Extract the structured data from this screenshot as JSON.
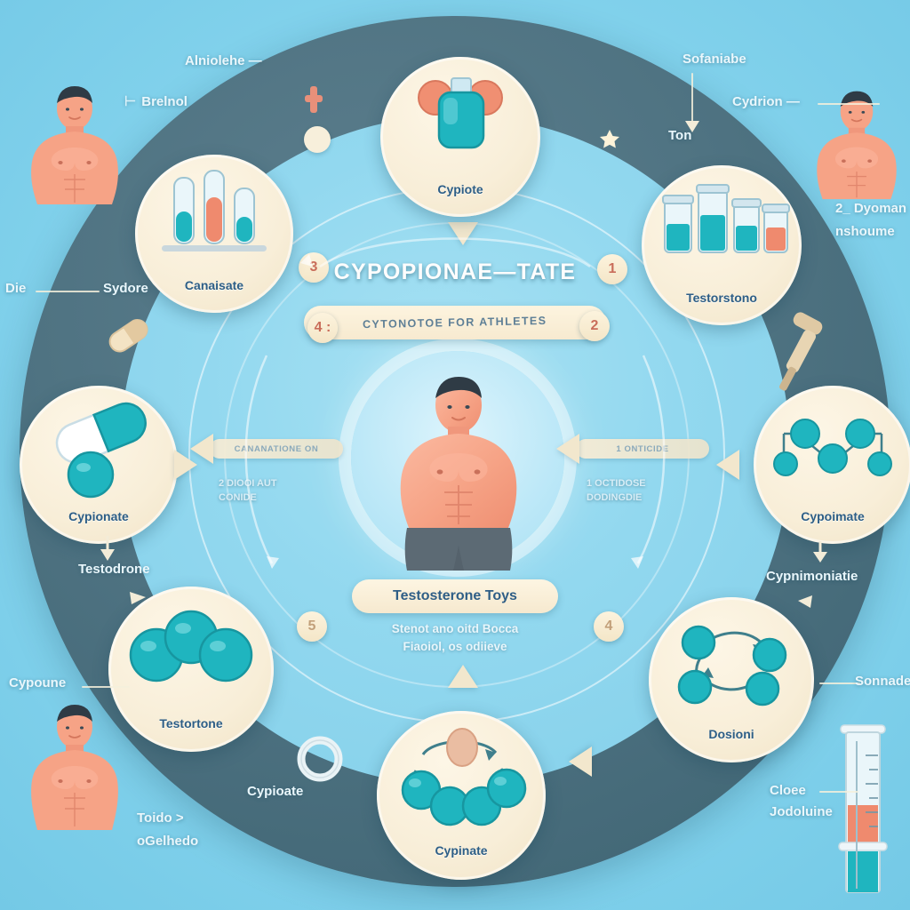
{
  "meta": {
    "kind": "illustrated-infographic",
    "subject": "Testosterone Cypionate cycle for athletes",
    "palette": {
      "background_light": "#8ed8ef",
      "ring_dark": "#4f7382",
      "ring_inner": "#92d8ef",
      "node_cream": "#f8eed8",
      "accent_teal": "#1fb5bf",
      "accent_coral": "#e8836b",
      "text_blue": "#2d5e86",
      "text_white": "#eaf7fc"
    }
  },
  "hub": {
    "title": "CYPOPIONAE—TATE",
    "banner": "CYTONOTOE FOR ATHLETES",
    "center_label": "Testosterone Toys",
    "center_sub_line1": "Stenot ano oitd Bocca",
    "center_sub_line2": "Fiaoiol, os odiieve"
  },
  "steps": [
    {
      "id": "s1",
      "number": "1"
    },
    {
      "id": "s2",
      "number": "2"
    },
    {
      "id": "s3",
      "number": "3"
    },
    {
      "id": "s4",
      "number": "4 :"
    },
    {
      "id": "s5",
      "number": "5"
    },
    {
      "id": "s6",
      "number": "4"
    }
  ],
  "nodes": [
    {
      "id": "top",
      "label": "Cypiote",
      "art": "bottle-flask"
    },
    {
      "id": "top-left",
      "label": "Canaisate",
      "art": "test-tubes"
    },
    {
      "id": "top-right",
      "label": "Testorstono",
      "art": "vial-row"
    },
    {
      "id": "left",
      "label": "Cypionate",
      "art": "capsule-pills"
    },
    {
      "id": "right",
      "label": "Cypoimate",
      "art": "molecule-chain"
    },
    {
      "id": "bottom-left",
      "label": "Testortone",
      "art": "molecule-trio"
    },
    {
      "id": "bottom-right",
      "label": "Dosioni",
      "art": "cycle-arrows"
    },
    {
      "id": "bottom",
      "label": "Cypinate",
      "art": "molecule-ring"
    }
  ],
  "flows": [
    {
      "id": "flow-left",
      "text": "CANANATIONE ON"
    },
    {
      "id": "flow-right",
      "text": "1 ONTICIDE"
    }
  ],
  "flow_captions": {
    "left_line1": "2 DIOOI AUT",
    "left_line2": "CONIDE",
    "right_line1": "1 OCTIDOSE",
    "right_line2": "DODINGDIE"
  },
  "annotations": [
    {
      "id": "anno-top-left-upper",
      "text": "Alniolehe —"
    },
    {
      "id": "anno-top-left",
      "text": "Brelnol"
    },
    {
      "id": "anno-top-right",
      "text": "Sofaniabe"
    },
    {
      "id": "anno-top-right-down",
      "text": "Ton"
    },
    {
      "id": "anno-top-right-2",
      "text": "Cydrion —"
    },
    {
      "id": "anno-right-upper",
      "text": "2_ Dyoman"
    },
    {
      "id": "anno-right-upper-2",
      "text": "nshoume"
    },
    {
      "id": "anno-left-die",
      "text": "Die"
    },
    {
      "id": "anno-left-sydore",
      "text": "Sydore"
    },
    {
      "id": "anno-left-lower",
      "text": "Testodrone"
    },
    {
      "id": "anno-left-bottom",
      "text": "Cypoune"
    },
    {
      "id": "anno-right-lower",
      "text": "Cypnimoniatie"
    },
    {
      "id": "anno-right-bottom",
      "text": "Sonnade"
    },
    {
      "id": "anno-right-bottom-2",
      "text": "Cloee"
    },
    {
      "id": "anno-right-bottom-3",
      "text": "Jodoluine"
    },
    {
      "id": "anno-bottom-left",
      "text": "Cypioate"
    },
    {
      "id": "anno-bottom-left-2",
      "text": "Toido  >"
    },
    {
      "id": "anno-bottom-left-3",
      "text": "oGelhedo"
    }
  ],
  "figures": [
    {
      "id": "figure-top-left",
      "description": "muscular male torso"
    },
    {
      "id": "figure-top-right",
      "description": "muscular male torso"
    },
    {
      "id": "figure-bottom-left",
      "description": "muscular male torso"
    },
    {
      "id": "figure-center",
      "description": "muscular male athlete"
    }
  ],
  "props": [
    {
      "id": "prop-moon",
      "name": "crescent-moon-star"
    },
    {
      "id": "prop-syringe",
      "name": "syringe"
    },
    {
      "id": "prop-pill",
      "name": "capsule"
    },
    {
      "id": "prop-cylinder",
      "name": "measuring-cylinder"
    },
    {
      "id": "prop-ring",
      "name": "ring-token"
    },
    {
      "id": "prop-cross",
      "name": "plus-cross"
    }
  ]
}
